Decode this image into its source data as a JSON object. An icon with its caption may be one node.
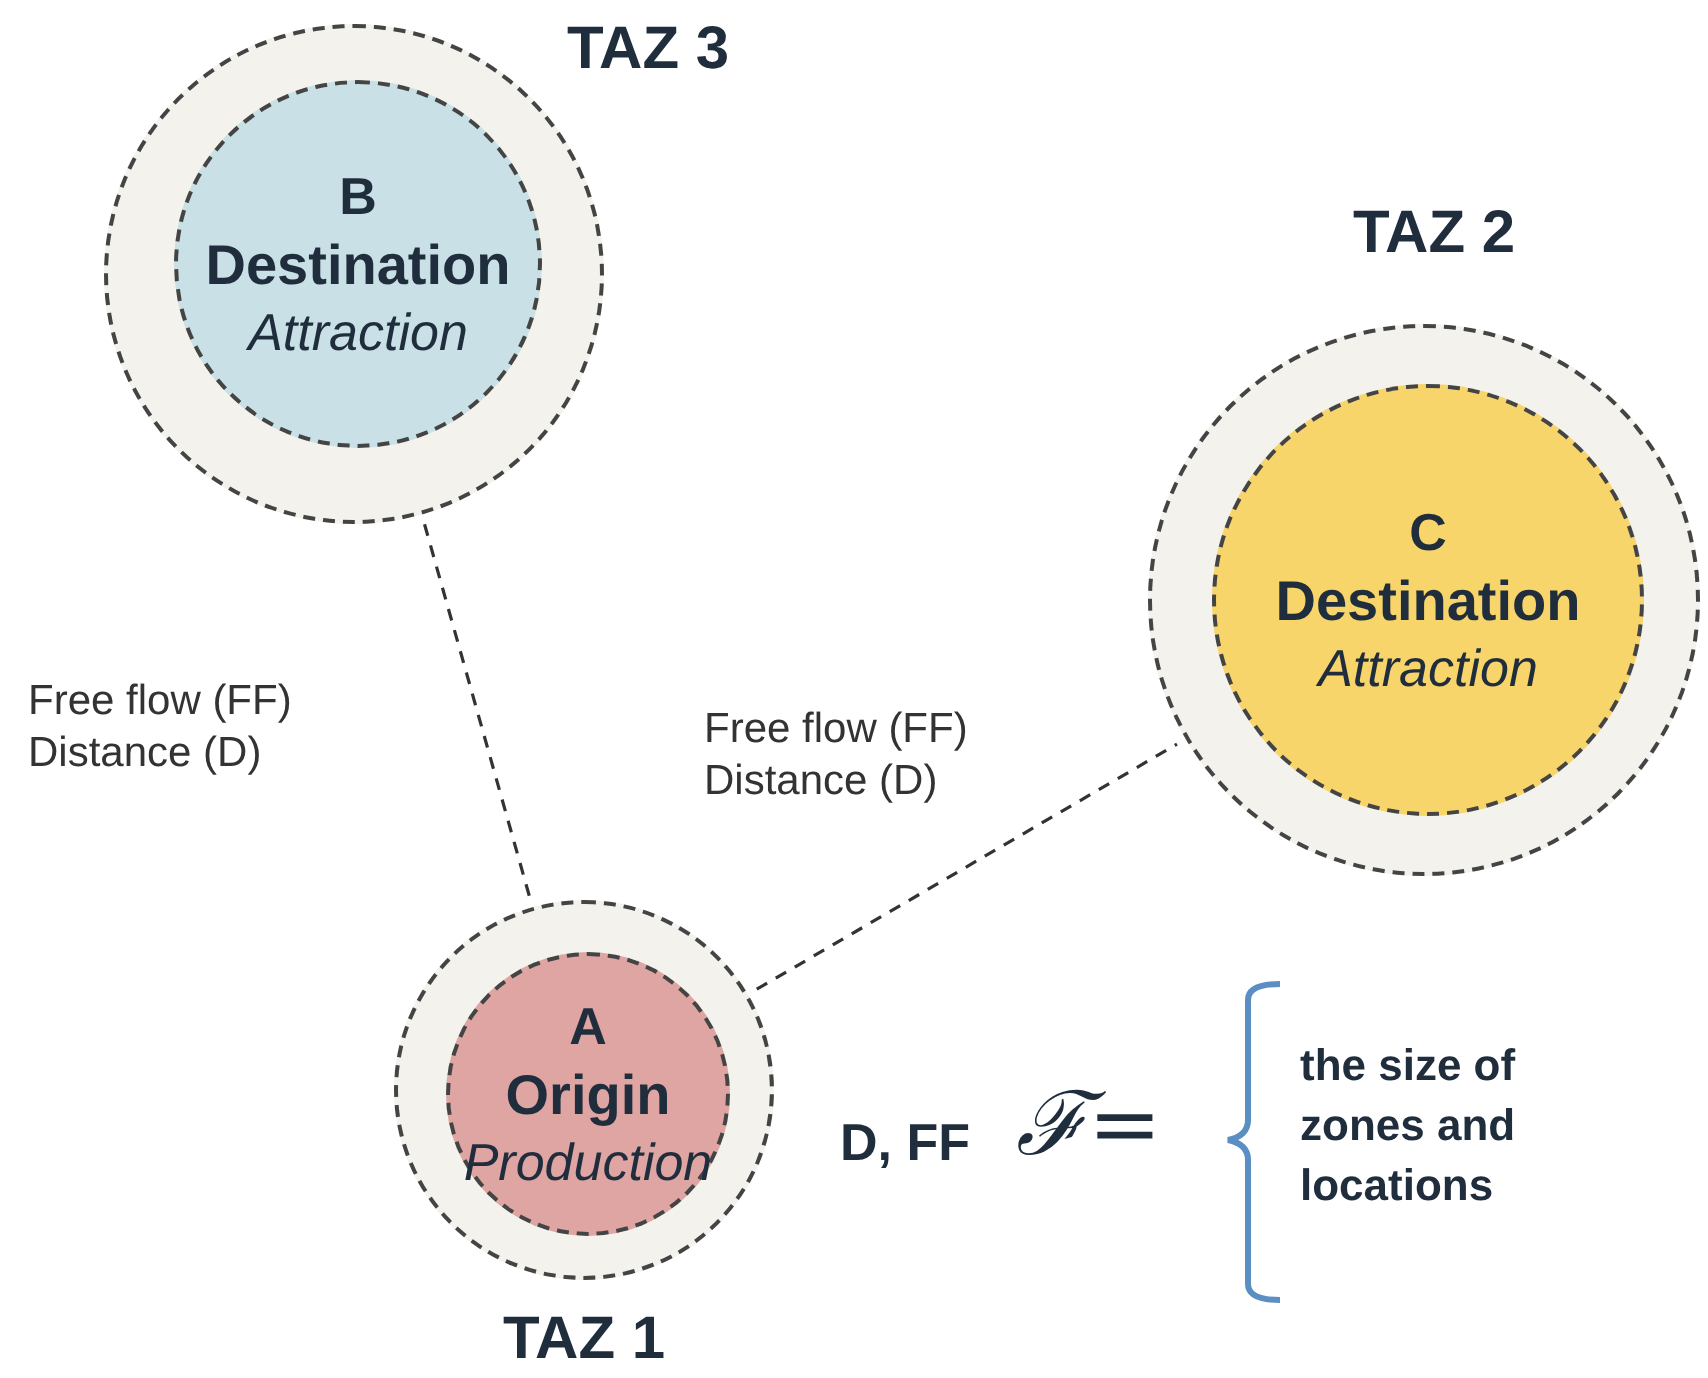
{
  "diagram": {
    "nodes": [
      {
        "text": [
          "TAZ 3"
        ]
      },
      {
        "text": [
          "B",
          "Destination",
          "Attraction"
        ],
        "in": 0
      },
      {
        "text": [
          "TAZ 2"
        ]
      },
      {
        "text": [
          "C",
          "Destination",
          "Attraction"
        ],
        "in": 2
      },
      {
        "text": [
          "TAZ 1"
        ]
      },
      {
        "text": [
          "A",
          "Origin",
          "Production"
        ],
        "in": 4
      }
    ],
    "edges": [
      {
        "from": 0,
        "to": 4,
        "arrow": "none",
        "style": "dashed",
        "label": "Free flow (FF) Distance (D)"
      },
      {
        "from": 4,
        "to": 2,
        "arrow": "none",
        "style": "dashed",
        "label": "Free flow (FF) Distance (D)"
      }
    ],
    "labels": [
      "D, FF",
      "ℱ=",
      "the size of zones and locations"
    ]
  }
}
